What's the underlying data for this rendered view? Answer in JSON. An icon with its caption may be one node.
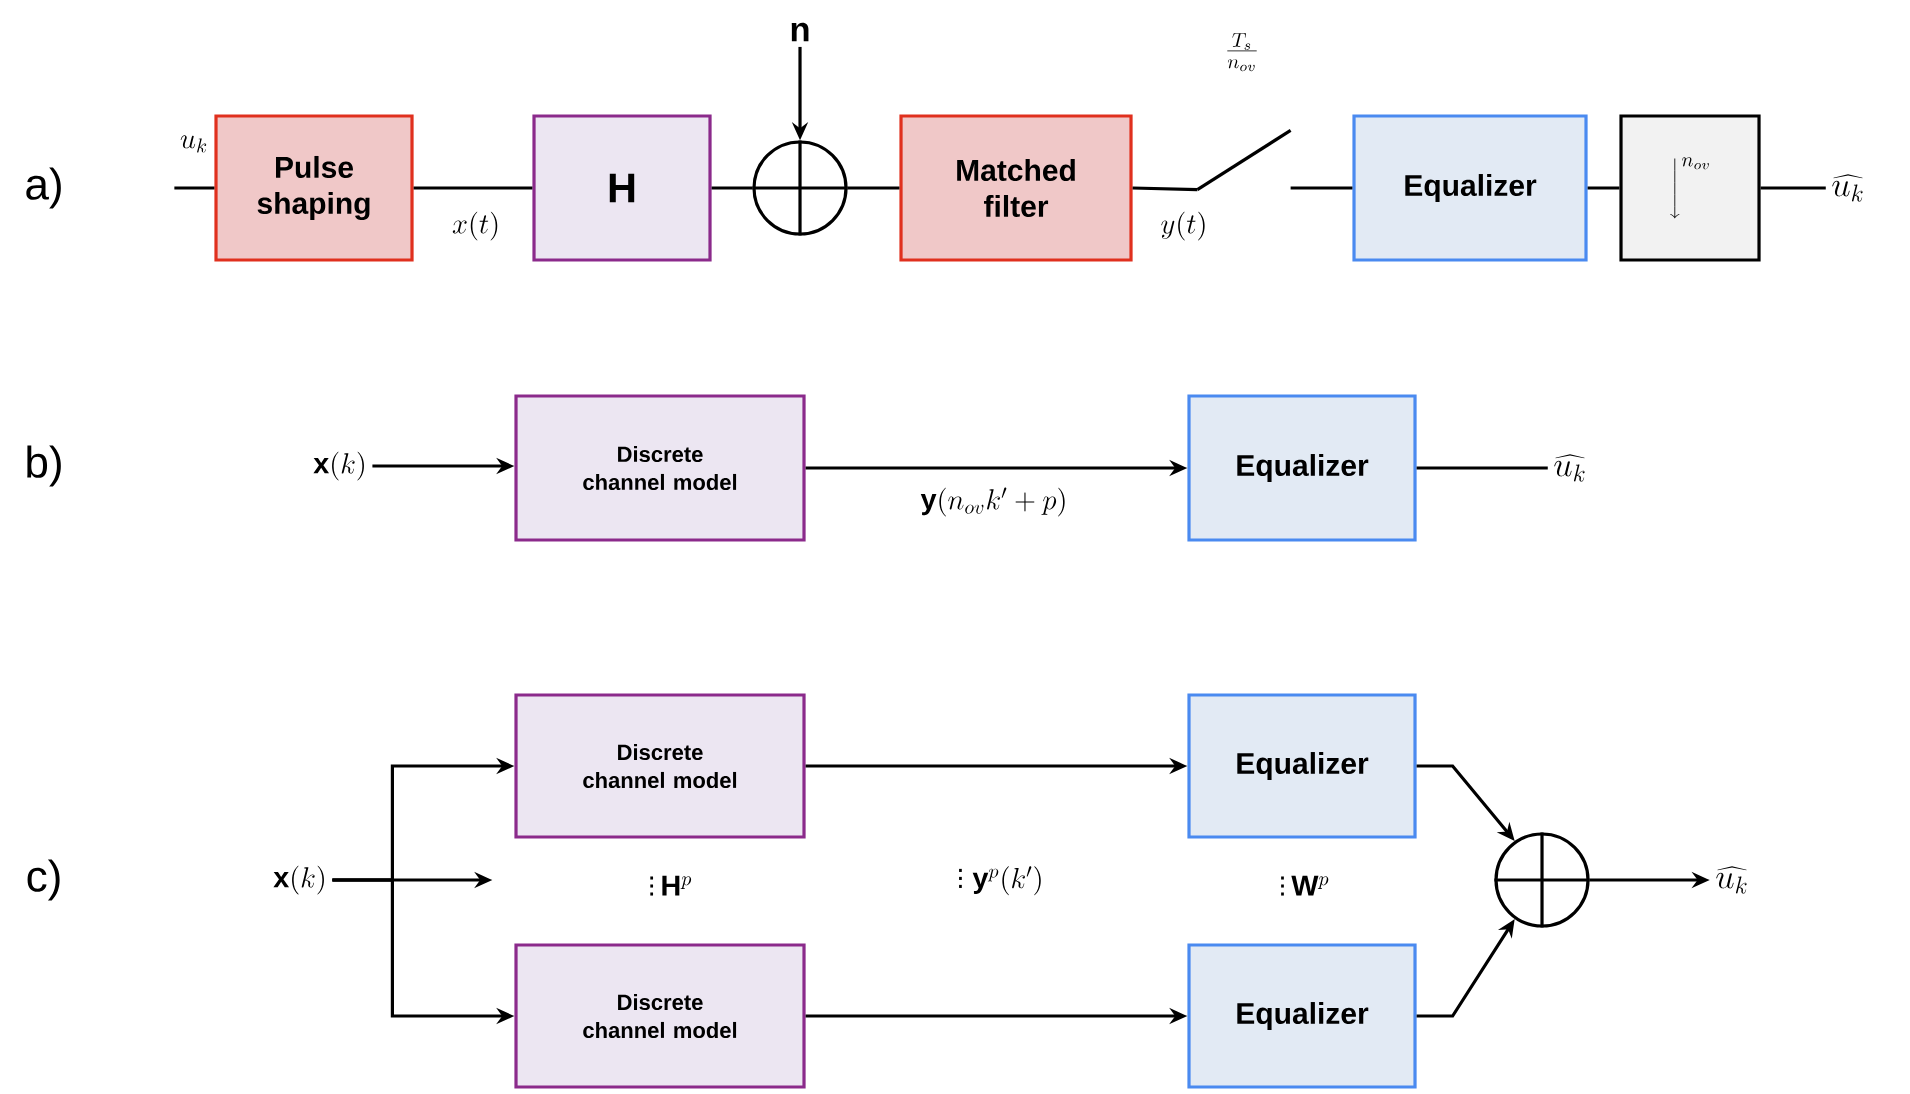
{
  "diagram": {
    "nodes": [
      {
        "text": [
          "u_k"
        ]
      },
      {
        "text": [
          "Pulse shaping"
        ]
      },
      {
        "text": [
          "\\mathbf{H}"
        ]
      },
      {
        "text": [],
        "shape": "circle"
      },
      {
        "text": [
          "\\mathbf{n}"
        ]
      },
      {
        "text": [
          "Matched filter"
        ]
      },
      {
        "text": [],
        "shape": "switch"
      },
      {
        "text": [
          "Equalizer"
        ]
      },
      {
        "text": [
          "\\Bigg\\downarrow^{n_{ov}}"
        ]
      },
      {
        "text": [
          "\\widehat{u_k}"
        ]
      },
      {
        "text": [
          "\\mathbf{x}(k)"
        ]
      },
      {
        "text": [
          "Discrete channel model"
        ]
      },
      {
        "text": [
          "Equalizer"
        ]
      },
      {
        "text": [
          "\\widehat{u_k}"
        ]
      },
      {
        "text": [
          "\\mathbf{x}(k)"
        ]
      },
      {
        "text": [
          "Discrete channel model"
        ]
      },
      {
        "text": [
          "Discrete channel model"
        ]
      },
      {
        "text": [
          "Equalizer"
        ]
      },
      {
        "text": [
          "Equalizer"
        ]
      },
      {
        "text": [],
        "shape": "circle"
      },
      {
        "text": [
          "\\widehat{u_k}"
        ]
      }
    ],
    "edges": [
      {
        "from": 0,
        "to": 1,
        "arrow": "none"
      },
      {
        "from": 1,
        "to": 2,
        "arrow": "none",
        "label": "x(t)"
      },
      {
        "from": 2,
        "to": 3,
        "arrow": "none"
      },
      {
        "from": 4,
        "to": 3,
        "arrow": "to"
      },
      {
        "from": 3,
        "to": 5,
        "arrow": "none"
      },
      {
        "from": 5,
        "to": 6,
        "arrow": "none",
        "label": "y(t)"
      },
      {
        "from": 6,
        "to": 7,
        "arrow": "none"
      },
      {
        "from": 7,
        "to": 8,
        "arrow": "none"
      },
      {
        "from": 8,
        "to": 9,
        "arrow": "none"
      },
      {
        "from": 10,
        "to": 11,
        "arrow": "to"
      },
      {
        "from": 11,
        "to": 12,
        "arrow": "to",
        "label": "\\mathbf{y}(n_{ov}k'+p)"
      },
      {
        "from": 12,
        "to": 13,
        "arrow": "none"
      },
      {
        "from": 14,
        "to": 15,
        "arrow": "to"
      },
      {
        "from": 14,
        "to": null,
        "arrow": "to"
      },
      {
        "from": 14,
        "to": 16,
        "arrow": "to"
      },
      {
        "from": 15,
        "to": 17,
        "arrow": "to"
      },
      {
        "from": 16,
        "to": 18,
        "arrow": "to"
      },
      {
        "from": 17,
        "to": 19,
        "arrow": "to"
      },
      {
        "from": 18,
        "to": 19,
        "arrow": "to"
      },
      {
        "from": 19,
        "to": 20,
        "arrow": "to"
      }
    ],
    "labels": [
      "a)",
      "\\frac{T_s}{n_{ov}}",
      "b)",
      "c)",
      "\\vdots\\,\\mathbf{H}^p",
      "\\vdots\\;\\mathbf{y}^p(k')",
      "\\vdots\\,\\mathbf{W}^p"
    ]
  }
}
